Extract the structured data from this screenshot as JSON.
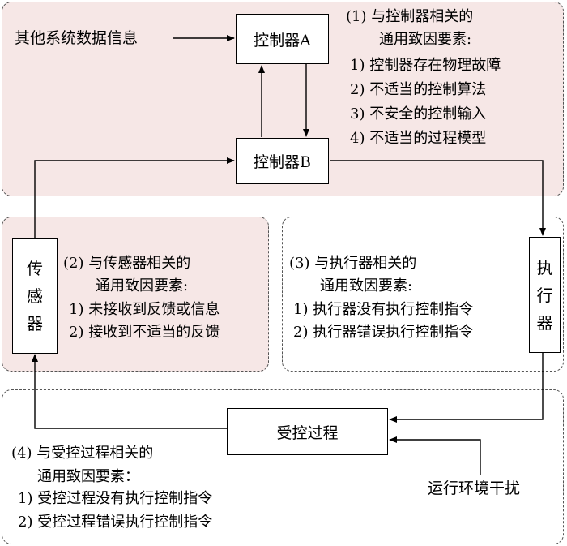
{
  "inputs": {
    "other_system_info": "其他系统数据信息",
    "environment_disturbance": "运行环境干扰"
  },
  "nodes": {
    "controller_a": "控制器A",
    "controller_b": "控制器B",
    "sensor": [
      "传",
      "感",
      "器"
    ],
    "actuator": [
      "执",
      "行",
      "器"
    ],
    "controlled_process": "受控过程"
  },
  "factors": {
    "controller": {
      "title_line1": "(1) 与控制器相关的",
      "title_line2": "通用致因要素:",
      "items": [
        "1) 控制器存在物理故障",
        "2) 不适当的控制算法",
        "3) 不安全的控制输入",
        "4) 不适当的过程模型"
      ]
    },
    "sensor": {
      "title_line1": "(2) 与传感器相关的",
      "title_line2": "通用致因要素:",
      "items": [
        "1) 未接收到反馈或信息",
        "2) 接收到不适当的反馈"
      ]
    },
    "actuator": {
      "title_line1": "(3) 与执行器相关的",
      "title_line2": "通用致因要素:",
      "items": [
        "1) 执行器没有执行控制指令",
        "2) 执行器错误执行控制指令"
      ]
    },
    "process": {
      "title_line1": "(4) 与受控过程相关的",
      "title_line2": "通用致因要素：",
      "items": [
        "1) 受控过程没有执行控制指令",
        "2) 受控过程错误执行控制指令"
      ]
    }
  },
  "colors": {
    "controller_region_fill": "#f6e7e6",
    "sensor_region_fill": "#f6e7e6",
    "dashed_border": "#555555"
  }
}
